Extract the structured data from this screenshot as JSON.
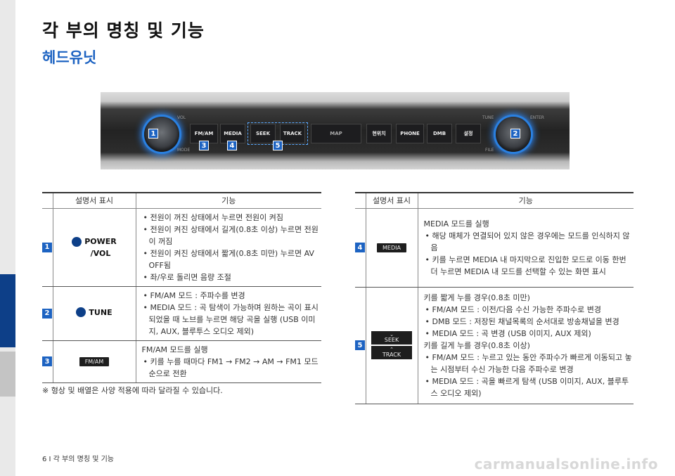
{
  "page": {
    "title": "각 부의 명칭 및 기능",
    "section": "헤드유닛",
    "note": "※ 형상 및 배열은 사양 적용에 따라 달라질 수 있습니다.",
    "footer": "6 I 각 부의 명칭 및 기능",
    "watermark": "carmanualsonline.info"
  },
  "photo": {
    "buttons": [
      "FM/AM",
      "MEDIA",
      "SEEK",
      "TRACK",
      "MAP",
      "현위치",
      "PHONE",
      "DMB",
      "설정"
    ],
    "labels": {
      "vol": "VOL",
      "tune": "TUNE",
      "enter": "ENTER",
      "file": "FILE",
      "mode": "MODE"
    },
    "callouts": [
      "1",
      "2",
      "3",
      "4",
      "5"
    ]
  },
  "table_headers": {
    "indicator": "설명서 표시",
    "function": "기능"
  },
  "left_rows": [
    {
      "num": "1",
      "label_a": "POWER",
      "label_b": "/VOL",
      "lines": [
        "• 전원이 꺼진 상태에서 누르면 전원이 켜짐",
        "• 전원이 켜진 상태에서 길게(0.8초 이상) 누르면 전원이 꺼짐",
        "• 전원이 켜진 상태에서 짧게(0.8초 미만) 누르면 AV OFF됨",
        "• 좌/우로 돌리면 음량 조절"
      ]
    },
    {
      "num": "2",
      "label_a": "TUNE",
      "lines": [
        "• FM/AM 모드 : 주파수를 변경",
        "• MEDIA 모드 : 곡 탐색이 가능하며 원하는 곡이 표시되었을 때 노브를 누르면 해당 곡을 실행 (USB 이미지, AUX, 블루투스 오디오 제외)"
      ]
    },
    {
      "num": "3",
      "pill": "FM/AM",
      "lines": [
        "FM/AM 모드를 실행",
        "• 키를 누를 때마다 FM1 → FM2 → AM → FM1 모드 순으로 전환"
      ]
    }
  ],
  "right_rows": [
    {
      "num": "4",
      "pill": "MEDIA",
      "lines": [
        "MEDIA 모드를 실행",
        "• 해당 매체가 연결되어 있지 않은 경우에는 모드를 인식하지 않음",
        "• 키를 누르면 MEDIA 내 마지막으로 진입한 모드로 이동 한번 더 누르면 MEDIA 내 모드를 선택할 수 있는 화면 표시"
      ]
    },
    {
      "num": "5",
      "pill_a": "SEEK",
      "pill_b": "TRACK",
      "lines": [
        "키를 짧게 누를 경우(0.8초 미만)",
        "• FM/AM 모드 : 이전/다음 수신 가능한 주파수로 변경",
        "• DMB 모드 : 저장된 채널목록의 순서대로 방송채널을 변경",
        "• MEDIA 모드 : 곡 변경 (USB 이미지, AUX 제외)",
        "키를 길게 누를 경우(0.8초 이상)",
        "• FM/AM 모드 : 누르고 있는 동안 주파수가 빠르게 이동되고 놓는 시점부터 수신 가능한 다음 주파수로 변경",
        "• MEDIA 모드 : 곡을 빠르게 탐색 (USB 이미지, AUX, 블루투스 오디오 제외)"
      ]
    }
  ],
  "colors": {
    "accent": "#1d63c2",
    "strip": "#0d3f88"
  }
}
